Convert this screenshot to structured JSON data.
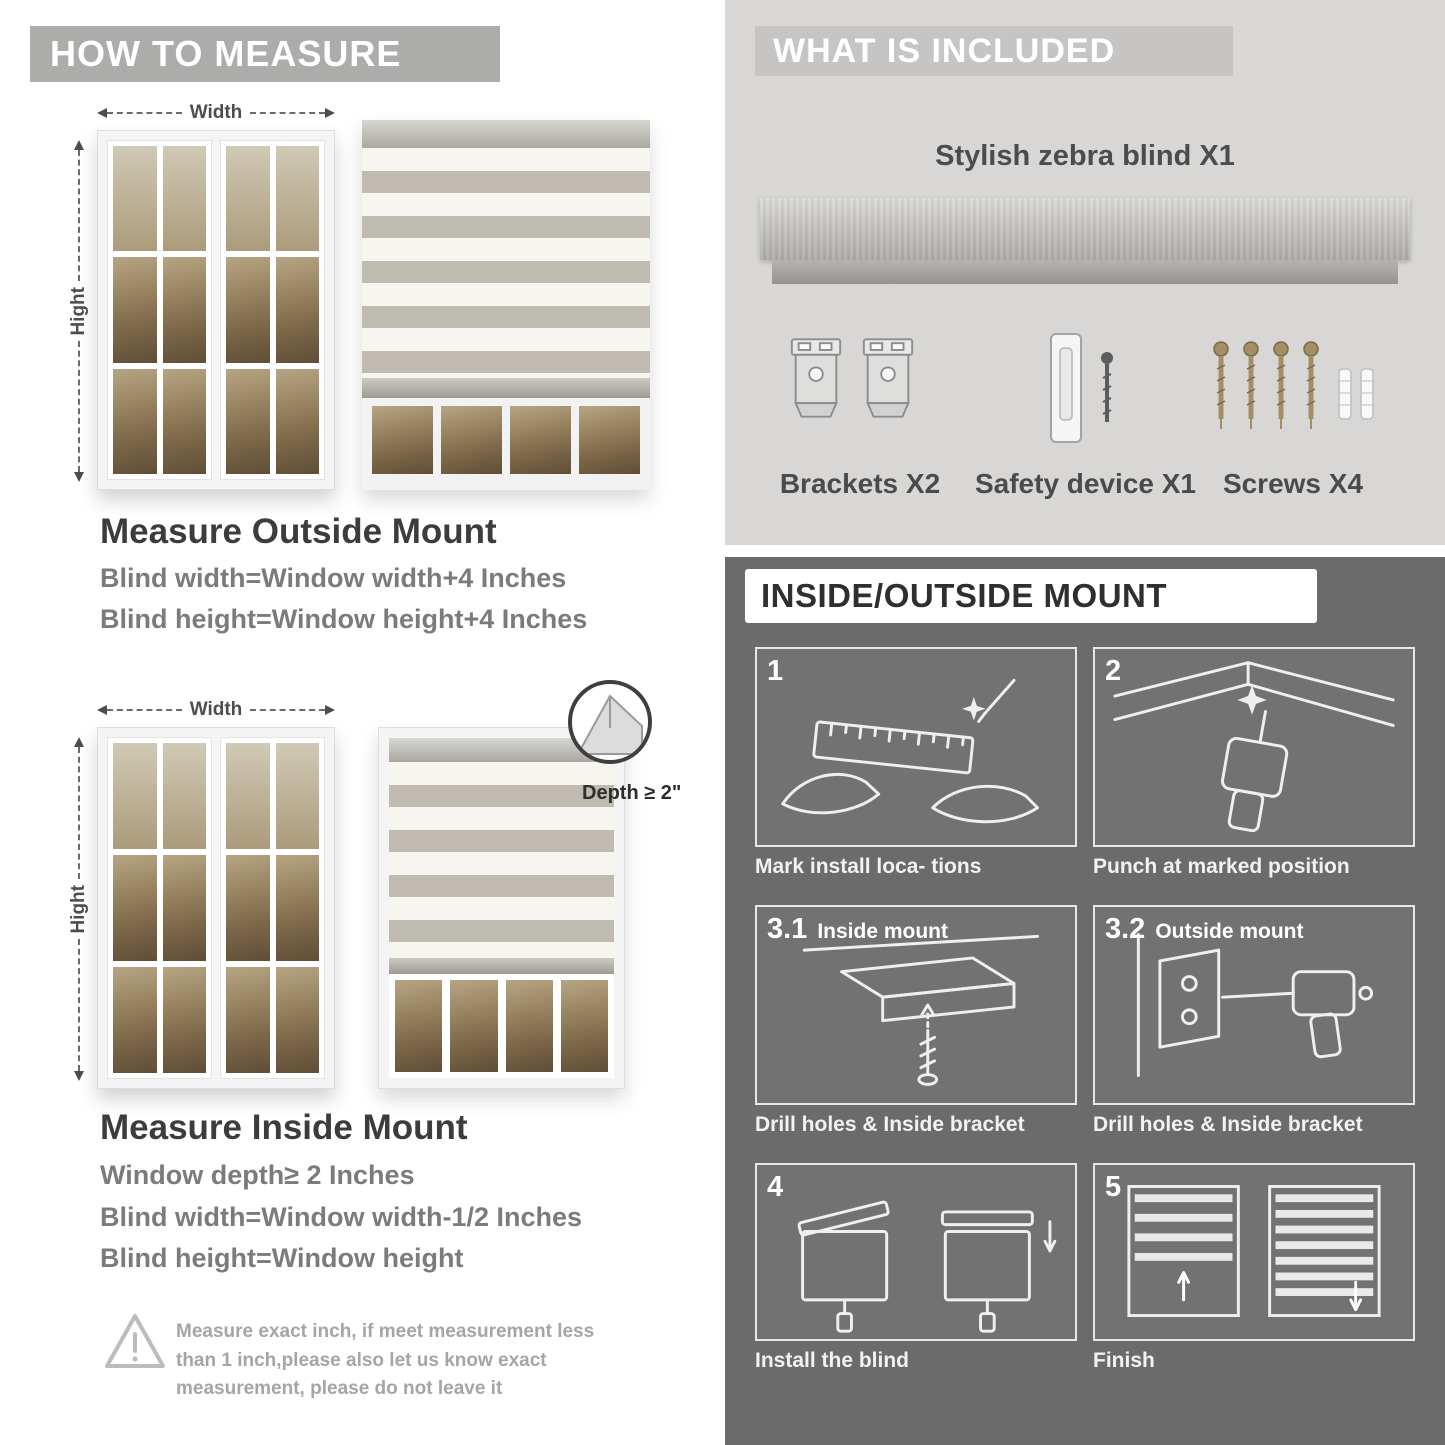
{
  "measure": {
    "header": "HOW TO MEASURE",
    "width_label": "Width",
    "height_label": "Hight",
    "outside": {
      "title": "Measure Outside Mount",
      "line1": "Blind width=Window width+4 Inches",
      "line2": "Blind height=Window height+4 Inches"
    },
    "inside": {
      "depth_callout": "Depth ≥ 2\"",
      "title": "Measure Inside Mount",
      "line1": "Window depth≥ 2 Inches",
      "line2": "Blind width=Window width-1/2 Inches",
      "line3": "Blind height=Window height"
    },
    "warning": "Measure exact inch, if meet measurement less than 1 inch,please also let us know exact measurement, please do not leave it"
  },
  "included": {
    "header": "WHAT IS INCLUDED",
    "product": "Stylish zebra blind X1",
    "items": [
      {
        "label": "Brackets X2"
      },
      {
        "label": "Safety device X1"
      },
      {
        "label": "Screws X4"
      }
    ]
  },
  "mount": {
    "header": "INSIDE/OUTSIDE MOUNT",
    "steps": [
      {
        "num": "1",
        "label": "",
        "caption": "Mark install loca- tions"
      },
      {
        "num": "2",
        "label": "",
        "caption": "Punch at  marked position"
      },
      {
        "num": "3.1",
        "label": "Inside mount",
        "caption": "Drill holes &  Inside bracket"
      },
      {
        "num": "3.2",
        "label": "Outside mount",
        "caption": "Drill holes &  Inside bracket"
      },
      {
        "num": "4",
        "label": "",
        "caption": "Install the blind"
      },
      {
        "num": "5",
        "label": "",
        "caption": "Finish"
      }
    ]
  }
}
